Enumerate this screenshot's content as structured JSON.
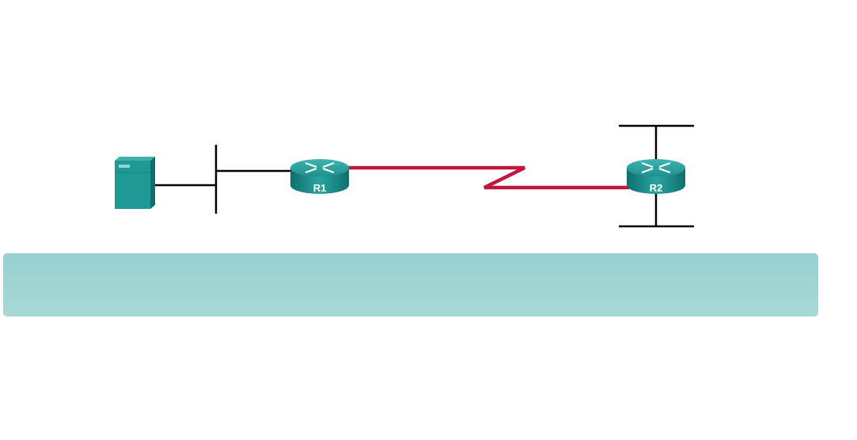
{
  "topology": {
    "devices": [
      {
        "id": "server",
        "type": "server",
        "label": ""
      },
      {
        "id": "R1",
        "type": "router",
        "label": "R1"
      },
      {
        "id": "R2",
        "type": "router",
        "label": "R2"
      }
    ],
    "links": [
      {
        "from": "server",
        "to": "lan1",
        "type": "ethernet"
      },
      {
        "from": "lan1",
        "to": "R1",
        "type": "ethernet"
      },
      {
        "from": "R1",
        "to": "R2",
        "type": "serial"
      },
      {
        "from": "R2",
        "to": "lan2",
        "type": "ethernet"
      },
      {
        "from": "R2",
        "to": "lan3",
        "type": "ethernet"
      }
    ]
  },
  "colors": {
    "serial": "#c0173a",
    "device": "#1f8f8d",
    "banner": "#9fd4d2"
  }
}
